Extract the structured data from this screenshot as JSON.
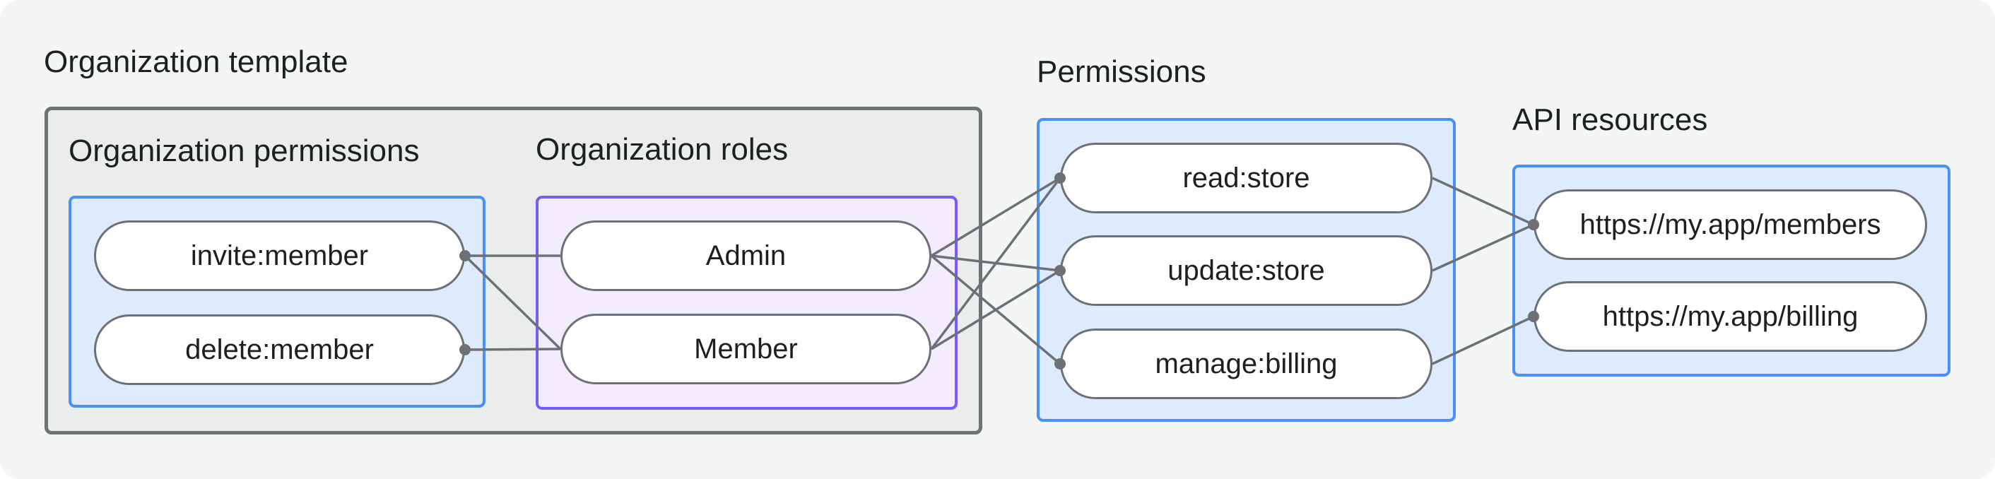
{
  "theme": {
    "canvas_bg": "#f4f6f5",
    "panel_gray_bg": "#ebedec",
    "panel_gray_border": "#6d7377",
    "panel_blue_bg": "#deebfc",
    "panel_blue_border": "#4b90f6",
    "panel_purple_bg": "#f2ecfd",
    "panel_purple_border": "#7a5af8",
    "pill_bg": "#ffffff",
    "pill_border": "#6b7177",
    "line": "#6b7177",
    "text": "#1c2023"
  },
  "groups": {
    "org_template": {
      "label": "Organization template"
    },
    "org_permissions": {
      "label": "Organization permissions",
      "parent": "org_template"
    },
    "org_roles": {
      "label": "Organization roles",
      "parent": "org_template"
    },
    "permissions": {
      "label": "Permissions"
    },
    "api_resources": {
      "label": "API resources"
    }
  },
  "nodes": {
    "invite": {
      "label": "invite:member",
      "group": "org_permissions"
    },
    "delete": {
      "label": "delete:member",
      "group": "org_permissions"
    },
    "admin": {
      "label": "Admin",
      "group": "org_roles"
    },
    "member": {
      "label": "Member",
      "group": "org_roles"
    },
    "read": {
      "label": "read:store",
      "group": "permissions"
    },
    "update": {
      "label": "update:store",
      "group": "permissions"
    },
    "manage": {
      "label": "manage:billing",
      "group": "permissions"
    },
    "members": {
      "label": "https://my.app/members",
      "group": "api_resources"
    },
    "billing": {
      "label": "https://my.app/billing",
      "group": "api_resources"
    }
  },
  "edges": [
    {
      "from": "invite",
      "to": "admin"
    },
    {
      "from": "invite",
      "to": "member"
    },
    {
      "from": "delete",
      "to": "member"
    },
    {
      "from": "admin",
      "to": "read"
    },
    {
      "from": "admin",
      "to": "update"
    },
    {
      "from": "admin",
      "to": "manage"
    },
    {
      "from": "member",
      "to": "read"
    },
    {
      "from": "member",
      "to": "update"
    },
    {
      "from": "read",
      "to": "members"
    },
    {
      "from": "update",
      "to": "members"
    },
    {
      "from": "manage",
      "to": "billing"
    }
  ],
  "dots": [
    {
      "node": "invite",
      "side": "right"
    },
    {
      "node": "delete",
      "side": "right"
    },
    {
      "node": "read",
      "side": "left"
    },
    {
      "node": "update",
      "side": "left"
    },
    {
      "node": "manage",
      "side": "left"
    },
    {
      "node": "members",
      "side": "left"
    },
    {
      "node": "billing",
      "side": "left"
    }
  ],
  "line_style": {
    "stroke_width": 3.5,
    "dot_radius": 8
  }
}
